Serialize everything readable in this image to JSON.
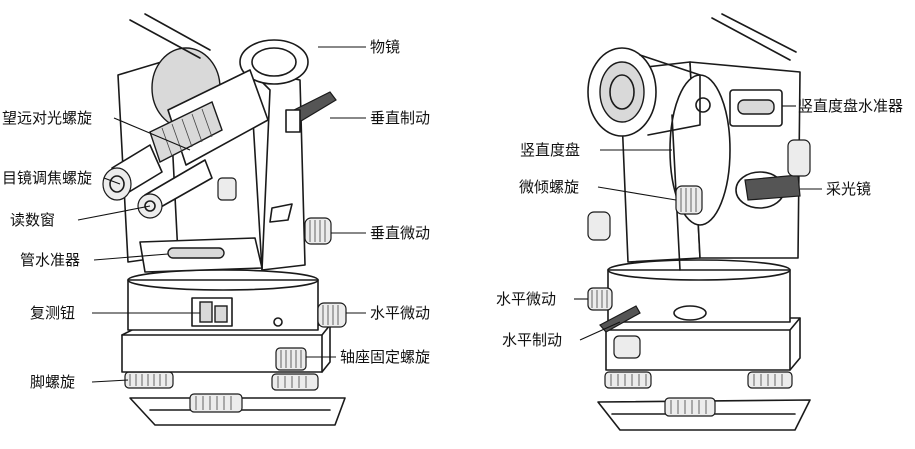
{
  "left_instrument": {
    "labels": [
      "物镜",
      "望远对光螺旋",
      "垂直制动",
      "目镜调焦螺旋",
      "读数窗",
      "垂直微动",
      "管水准器",
      "复测钮",
      "水平微动",
      "轴座固定螺旋",
      "脚螺旋"
    ]
  },
  "right_instrument": {
    "labels": [
      "竖直度盘水准器",
      "竖直度盘",
      "采光镜",
      "微倾螺旋",
      "水平微动",
      "水平制动"
    ]
  }
}
